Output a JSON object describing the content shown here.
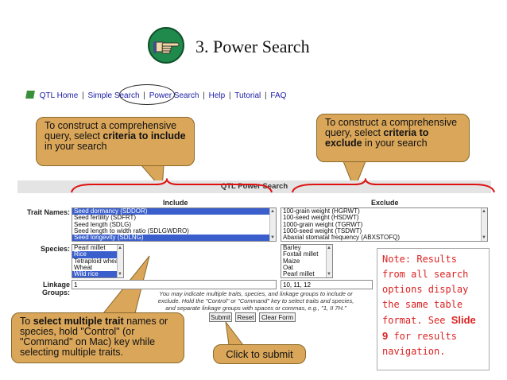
{
  "header": {
    "title": "3. Power Search",
    "icon": "pointing-hand-icon"
  },
  "nav": {
    "home": "QTL Home",
    "simple": "Simple Search",
    "power": "Power Search",
    "help": "Help",
    "tutorial": "Tutorial",
    "faq": "FAQ",
    "sep": "|"
  },
  "callouts": {
    "include_pre": "To construct a comprehensive query, select ",
    "include_bold": "criteria to include",
    "include_post": " in your search",
    "exclude_pre": "To construct a comprehensive query, select ",
    "exclude_bold": "criteria to exclude",
    "exclude_post": " in your search",
    "multi_pre": "To ",
    "multi_bold": "select multiple trait",
    "multi_post": " names or species, hold \"Control\" (or \"Command\" on Mac) key while selecting multiple traits.",
    "submit": "Click to submit"
  },
  "form": {
    "banner": "QTL Power Search",
    "include": "Include",
    "exclude": "Exclude",
    "trait_label": "Trait Names:",
    "species_label": "Species:",
    "linkage_label": "Linkage Groups:",
    "include_traits": [
      {
        "text": "Seed dormancy (SDDOR)",
        "selected": true
      },
      {
        "text": "Seed fertility (SDFRT)",
        "selected": false
      },
      {
        "text": "Seed length (SDLG)",
        "selected": false
      },
      {
        "text": "Seed length to width ratio (SDLGWDRO)",
        "selected": false
      },
      {
        "text": "Seed longevity (SDLNG)",
        "selected": true
      }
    ],
    "exclude_traits": [
      {
        "text": "100-grain weight (HGRWT)",
        "selected": false
      },
      {
        "text": "100-seed weight (HSDWT)",
        "selected": false
      },
      {
        "text": "1000-grain weight (TGRWT)",
        "selected": false
      },
      {
        "text": "1000-seed weight (TSDWT)",
        "selected": false
      },
      {
        "text": "Abaxial stomatal frequency (ABXSTOFQ)",
        "selected": false
      }
    ],
    "include_species": [
      {
        "text": "Pearl millet",
        "selected": false
      },
      {
        "text": "Rice",
        "selected": true
      },
      {
        "text": "Tetraploid wheat",
        "selected": false
      },
      {
        "text": "Wheat",
        "selected": false
      },
      {
        "text": "Wild rice",
        "selected": true
      }
    ],
    "exclude_species": [
      {
        "text": "Barley",
        "selected": false
      },
      {
        "text": "Foxtail millet",
        "selected": false
      },
      {
        "text": "Maize",
        "selected": false
      },
      {
        "text": "Oat",
        "selected": false
      },
      {
        "text": "Pearl millet",
        "selected": false
      }
    ],
    "linkage_include": "1",
    "linkage_exclude": "10, 11, 12",
    "help_text": "You may indicate multiple traits, species, and linkage groups to include or exclude. Hold the \"Control\" or \"Command\" key to select traits and species, and separate linkage groups with spaces or commas, e.g., \"1, II 7H.\"",
    "submit": "Submit",
    "reset": "Reset",
    "clear": "Clear Form"
  },
  "note": {
    "pre": "Note: Results from all search options display the same table format. See ",
    "bold": "Slide 9",
    "post": " for results navigation."
  }
}
